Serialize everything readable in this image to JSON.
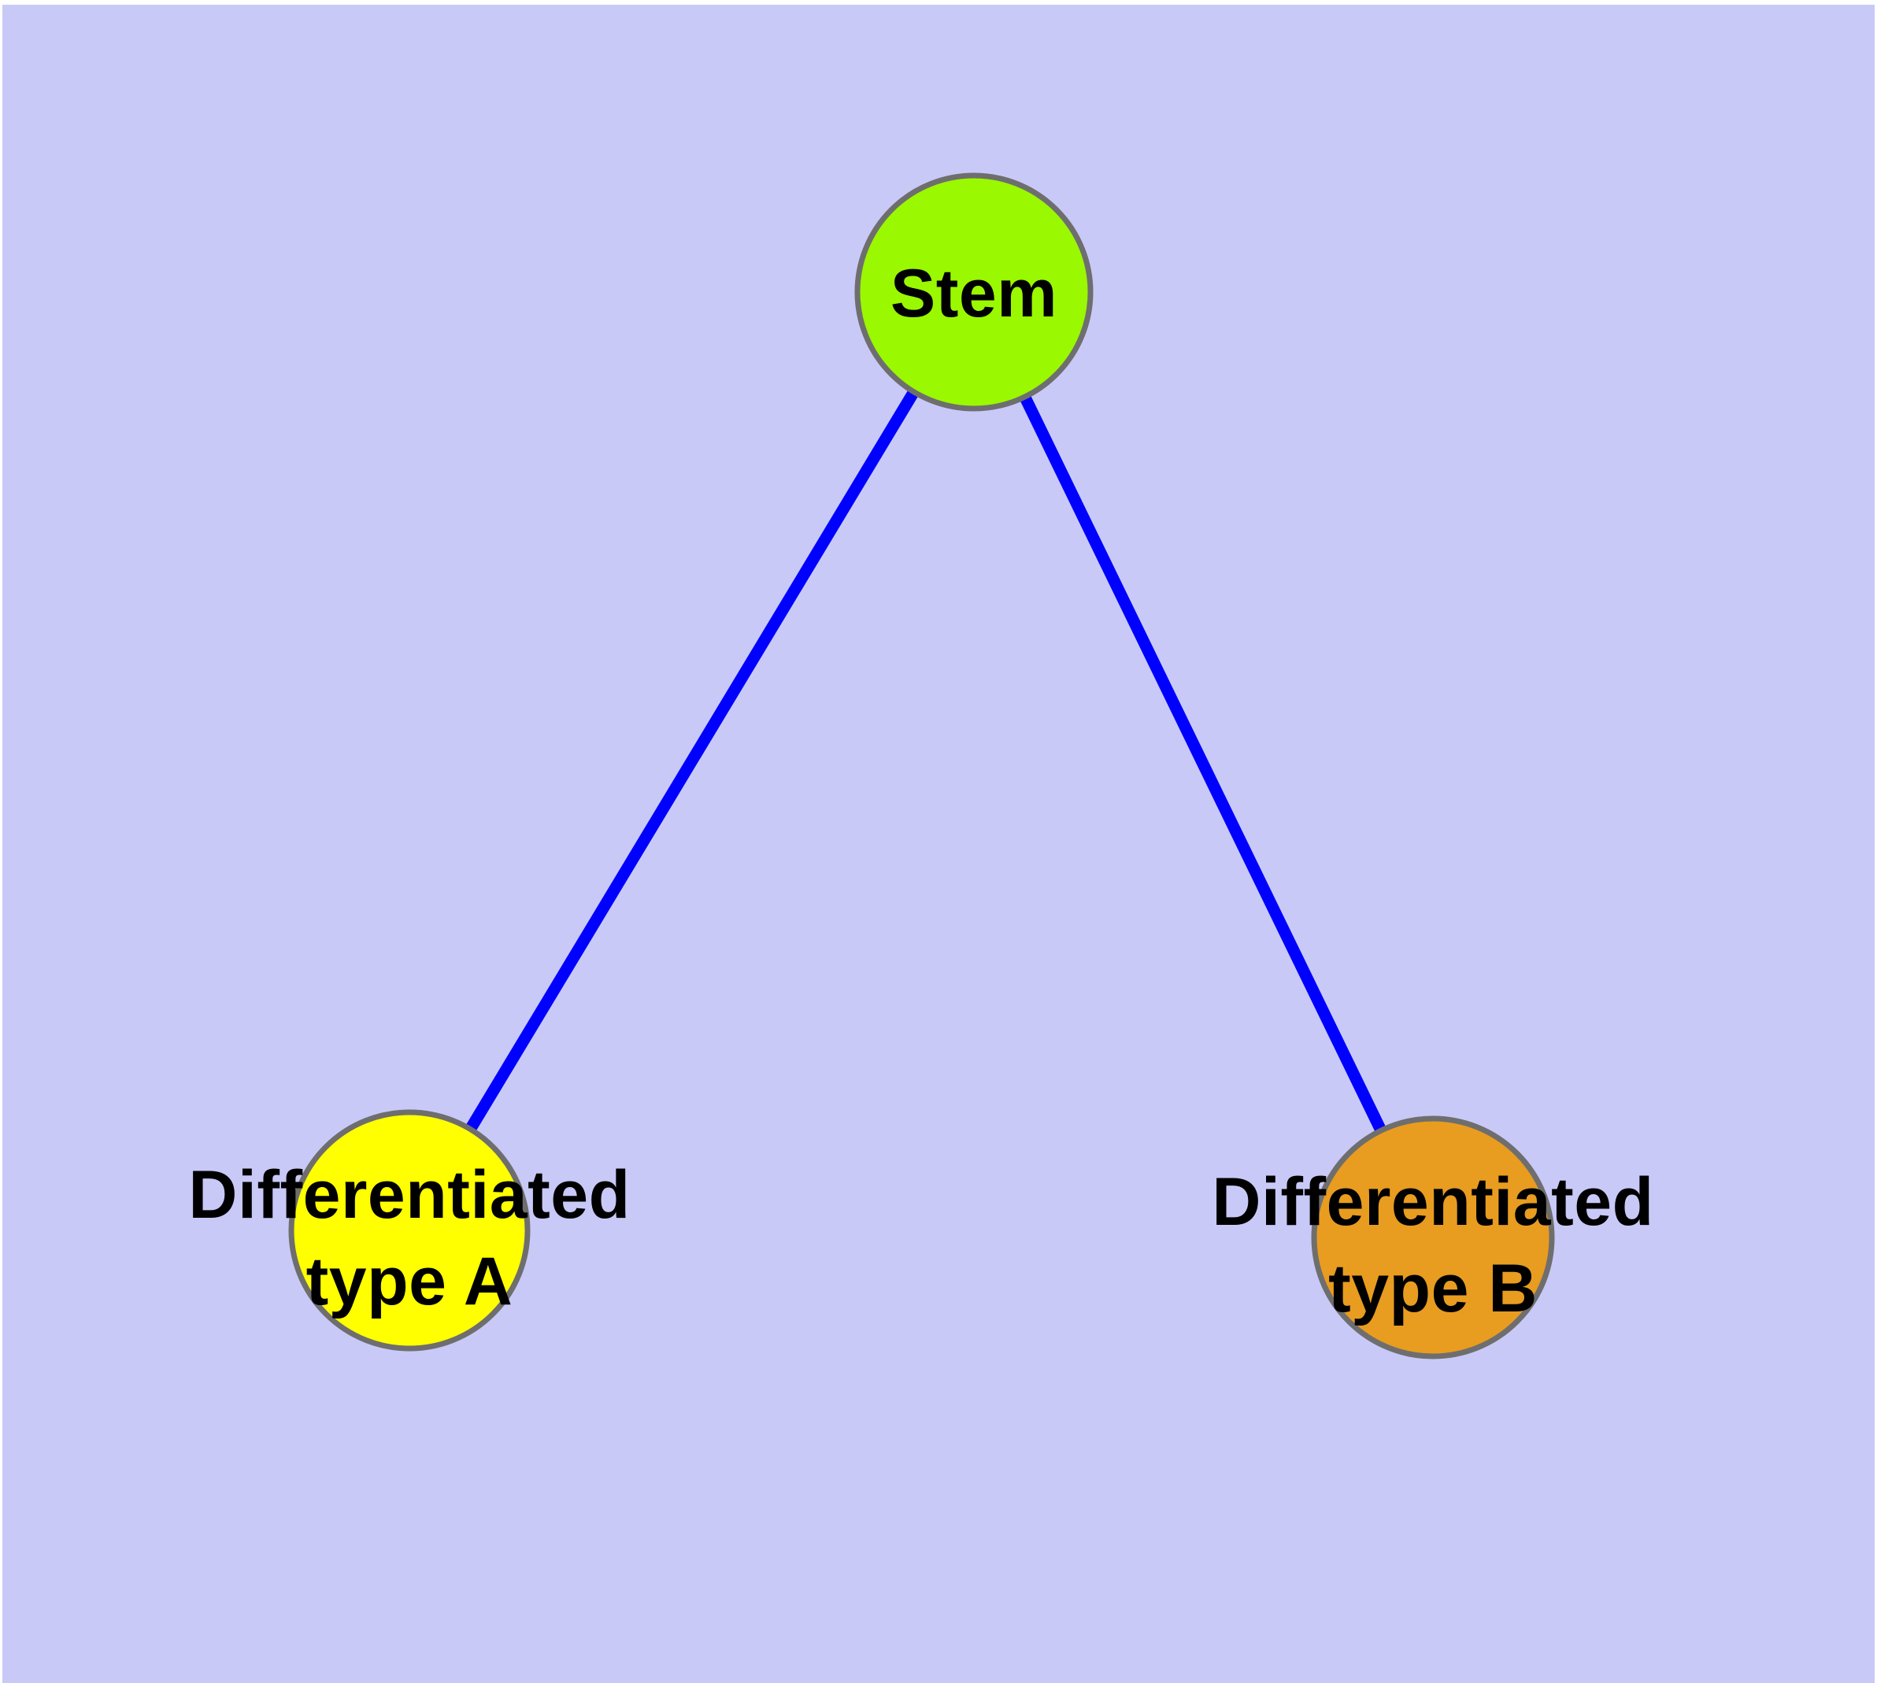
{
  "diagram": {
    "background_color": "#C9C9F8",
    "page_margin_color": "#FFFFFF",
    "edge_color": "#0000FF",
    "node_border_color": "#6E6E6E",
    "text_color": "#000000",
    "nodes": {
      "stem": {
        "label": "Stem",
        "fill": "#9AF800"
      },
      "type_a": {
        "label_line1": "Differentiated",
        "label_line2": "type A",
        "fill": "#FFFF00"
      },
      "type_b": {
        "label_line1": "Differentiated",
        "label_line2": "type B",
        "fill": "#E89C20"
      }
    },
    "edges": [
      {
        "from": "Stem",
        "to": "Differentiated type A"
      },
      {
        "from": "Stem",
        "to": "Differentiated type B"
      }
    ]
  }
}
